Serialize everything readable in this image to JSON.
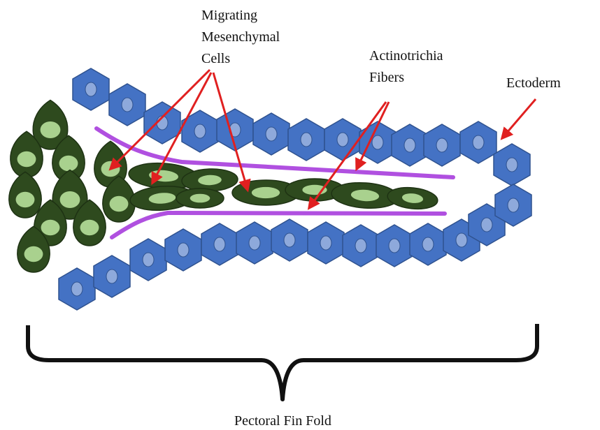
{
  "labels": {
    "mesenchymal": [
      "Migrating",
      "Mesenchymal",
      "Cells"
    ],
    "actinotrichia": [
      "Actinotrichia",
      "Fibers"
    ],
    "ectoderm": "Ectoderm",
    "fold": "Pectoral Fin Fold"
  },
  "colors": {
    "ectoderm_fill": "#4472C4",
    "ectoderm_stroke": "#2F528F",
    "ectoderm_nucleus": "#8EA9DB",
    "mesenchyme_fill": "#2E4A1E",
    "mesenchyme_nucleus": "#A9D18E",
    "fiber": "#B050E0",
    "arrow": "#E02020",
    "bracket": "#111111"
  },
  "icons": [
    "hexagon-cell",
    "teardrop-cell",
    "spindle-cell",
    "red-arrow",
    "curly-brace"
  ]
}
